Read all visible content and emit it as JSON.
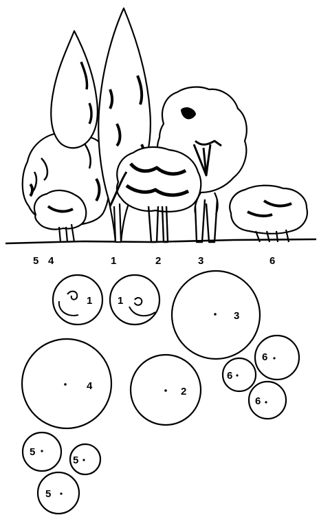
{
  "elevation": {
    "labels": [
      "5",
      "4",
      "1",
      "2",
      "3",
      "6"
    ]
  },
  "plan": {
    "circles": [
      {
        "id": "1-left",
        "label": "1",
        "symbol": "spiral"
      },
      {
        "id": "1-right",
        "label": "1",
        "symbol": "spiral"
      },
      {
        "id": "3",
        "label": "3",
        "symbol": "dot"
      },
      {
        "id": "6-a",
        "label": "6",
        "symbol": "dot"
      },
      {
        "id": "6-b",
        "label": "6",
        "symbol": "dot"
      },
      {
        "id": "6-c",
        "label": "6",
        "symbol": "dot"
      },
      {
        "id": "4",
        "label": "4",
        "symbol": "dot"
      },
      {
        "id": "2",
        "label": "2",
        "symbol": "dot"
      },
      {
        "id": "5-a",
        "label": "5",
        "symbol": "dot"
      },
      {
        "id": "5-b",
        "label": "5",
        "symbol": "dot"
      },
      {
        "id": "5-c",
        "label": "5",
        "symbol": "dot"
      }
    ]
  },
  "colors": {
    "ink": "#000000",
    "paper": "#ffffff"
  }
}
